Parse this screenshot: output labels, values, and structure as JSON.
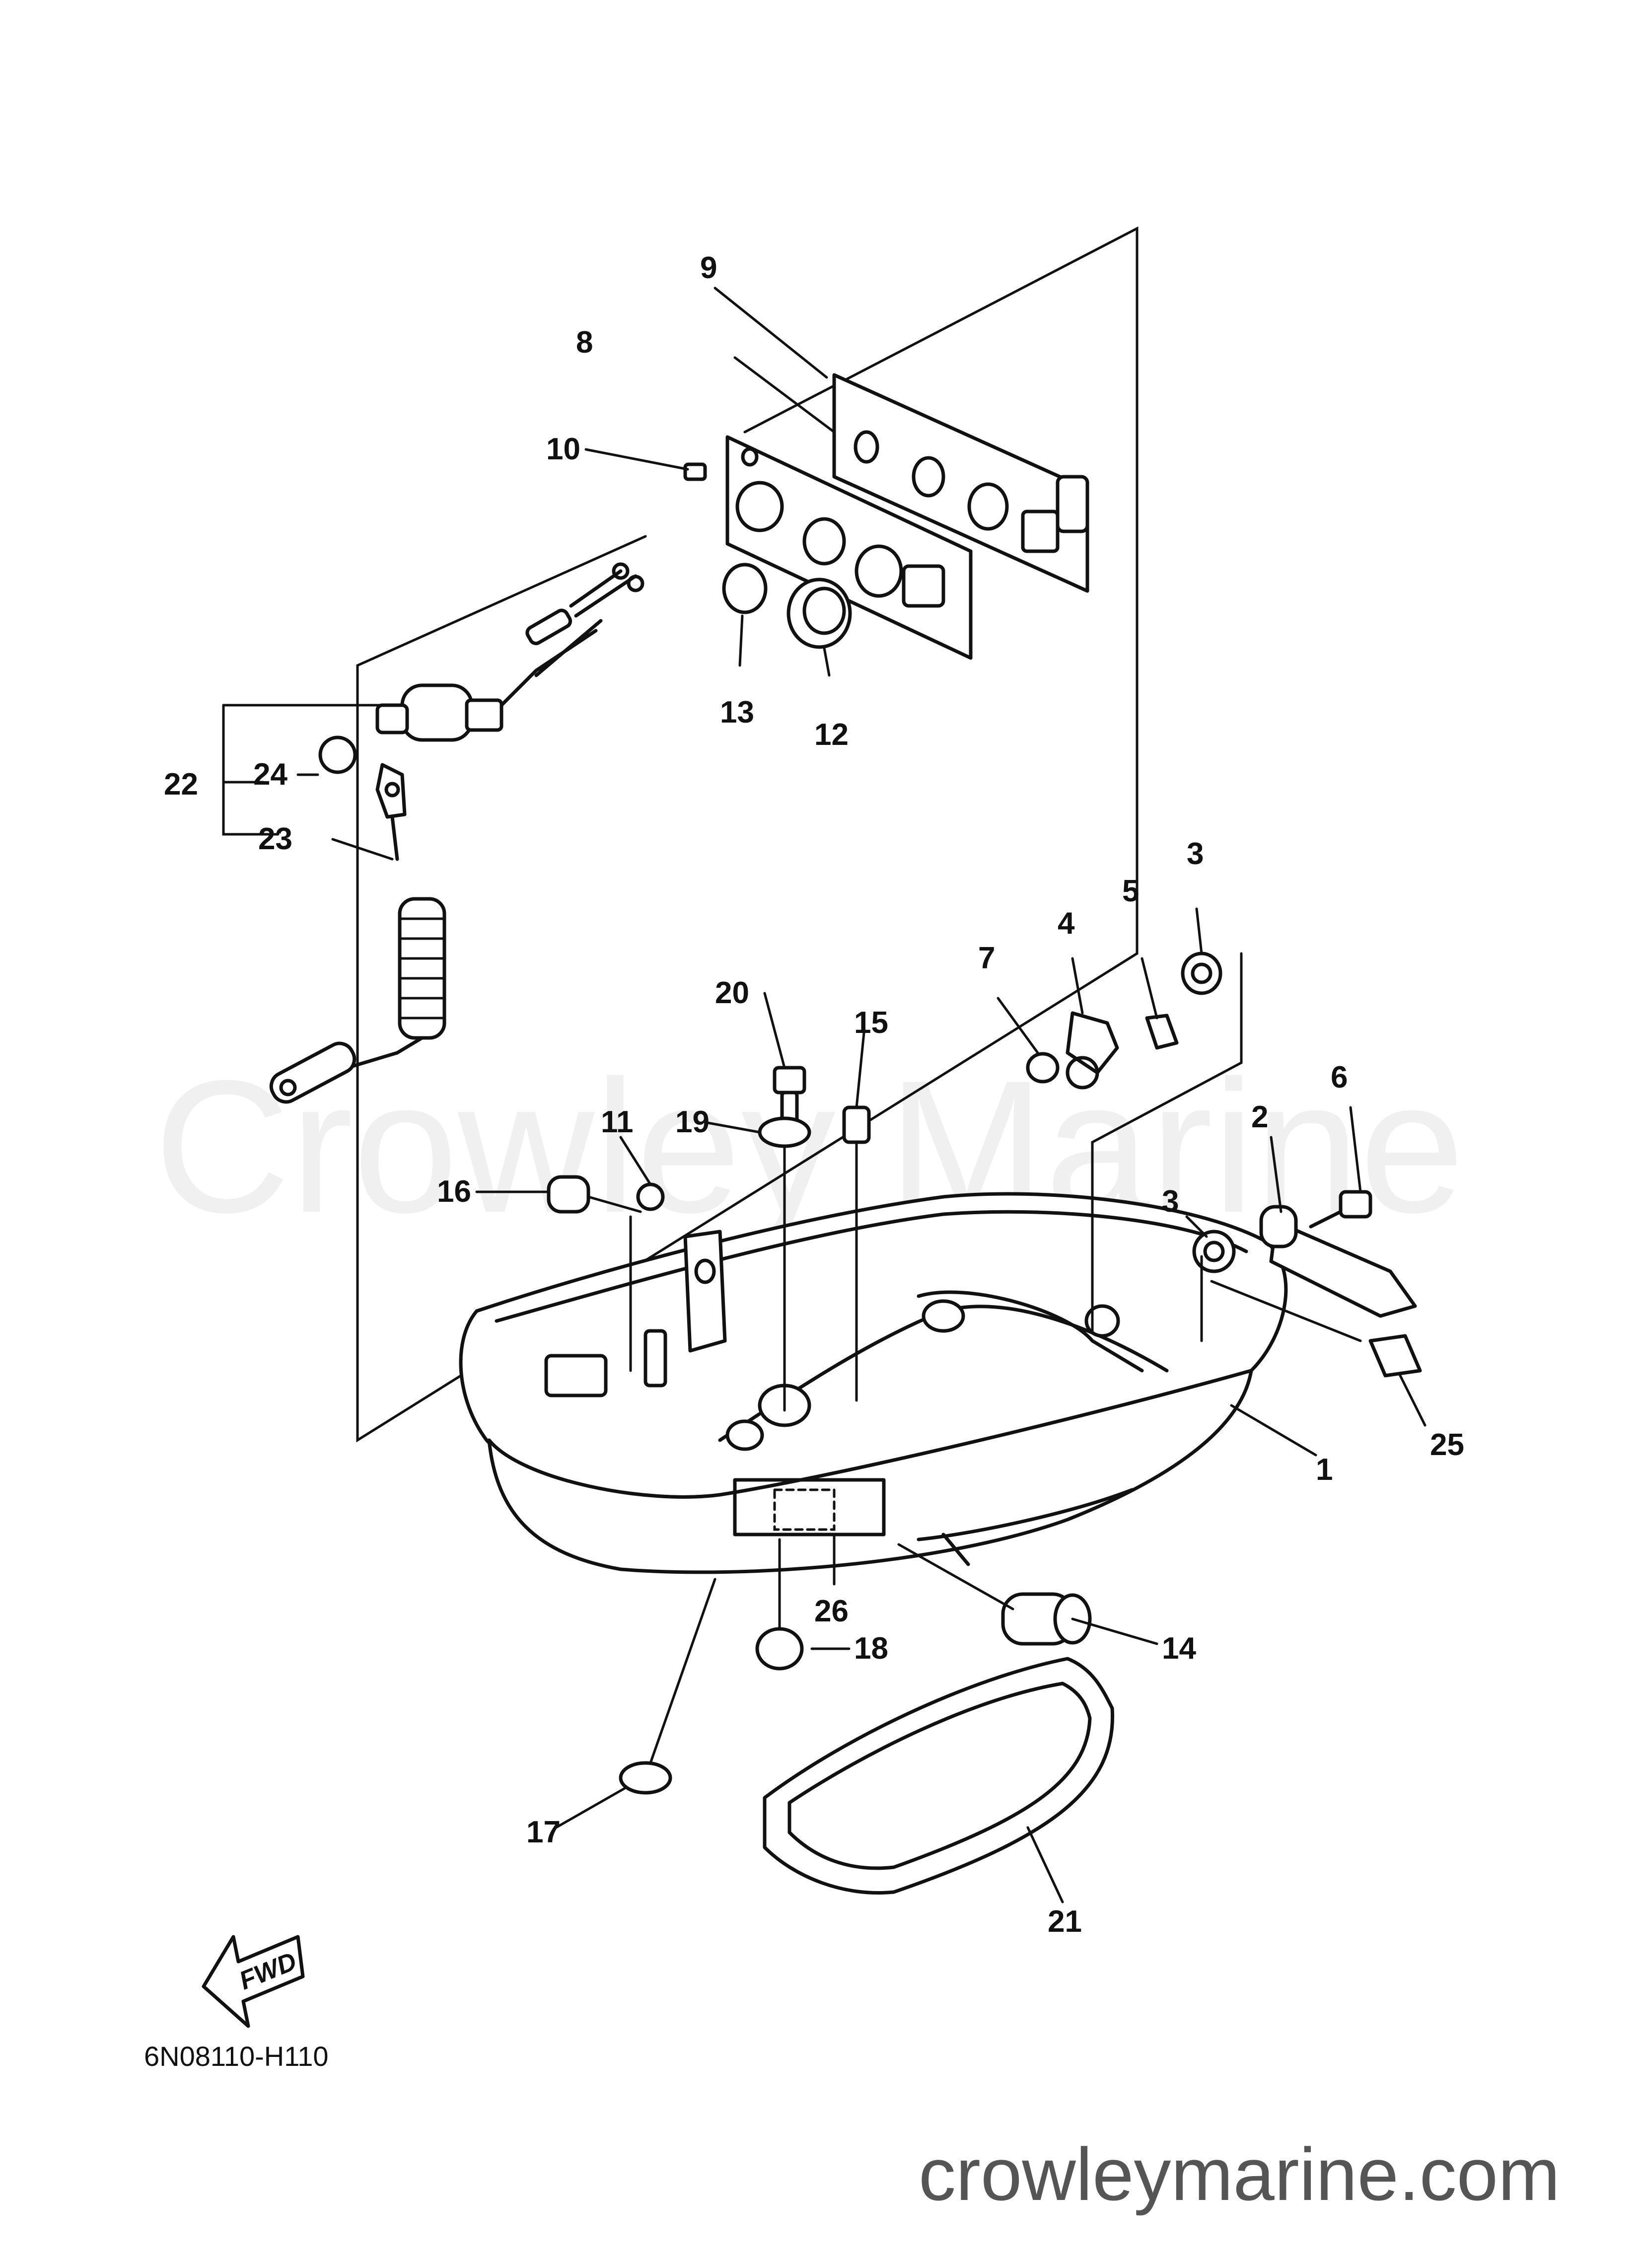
{
  "watermark": "Crowley Marine",
  "drawing_number": "6N08110-H110",
  "site_url": "crowleymarine.com",
  "direction_arrow_label": "FWD",
  "callouts": [
    {
      "id": "c1",
      "label": "1"
    },
    {
      "id": "c2",
      "label": "2"
    },
    {
      "id": "c3a",
      "label": "3"
    },
    {
      "id": "c3b",
      "label": "3"
    },
    {
      "id": "c4",
      "label": "4"
    },
    {
      "id": "c5",
      "label": "5"
    },
    {
      "id": "c6",
      "label": "6"
    },
    {
      "id": "c7",
      "label": "7"
    },
    {
      "id": "c8",
      "label": "8"
    },
    {
      "id": "c9",
      "label": "9"
    },
    {
      "id": "c10",
      "label": "10"
    },
    {
      "id": "c11",
      "label": "11"
    },
    {
      "id": "c12",
      "label": "12"
    },
    {
      "id": "c13",
      "label": "13"
    },
    {
      "id": "c14",
      "label": "14"
    },
    {
      "id": "c15",
      "label": "15"
    },
    {
      "id": "c16",
      "label": "16"
    },
    {
      "id": "c17",
      "label": "17"
    },
    {
      "id": "c18",
      "label": "18"
    },
    {
      "id": "c19",
      "label": "19"
    },
    {
      "id": "c20",
      "label": "20"
    },
    {
      "id": "c21",
      "label": "21"
    },
    {
      "id": "c22",
      "label": "22"
    },
    {
      "id": "c23",
      "label": "23"
    },
    {
      "id": "c24",
      "label": "24"
    },
    {
      "id": "c25",
      "label": "25"
    },
    {
      "id": "c26",
      "label": "26"
    }
  ]
}
